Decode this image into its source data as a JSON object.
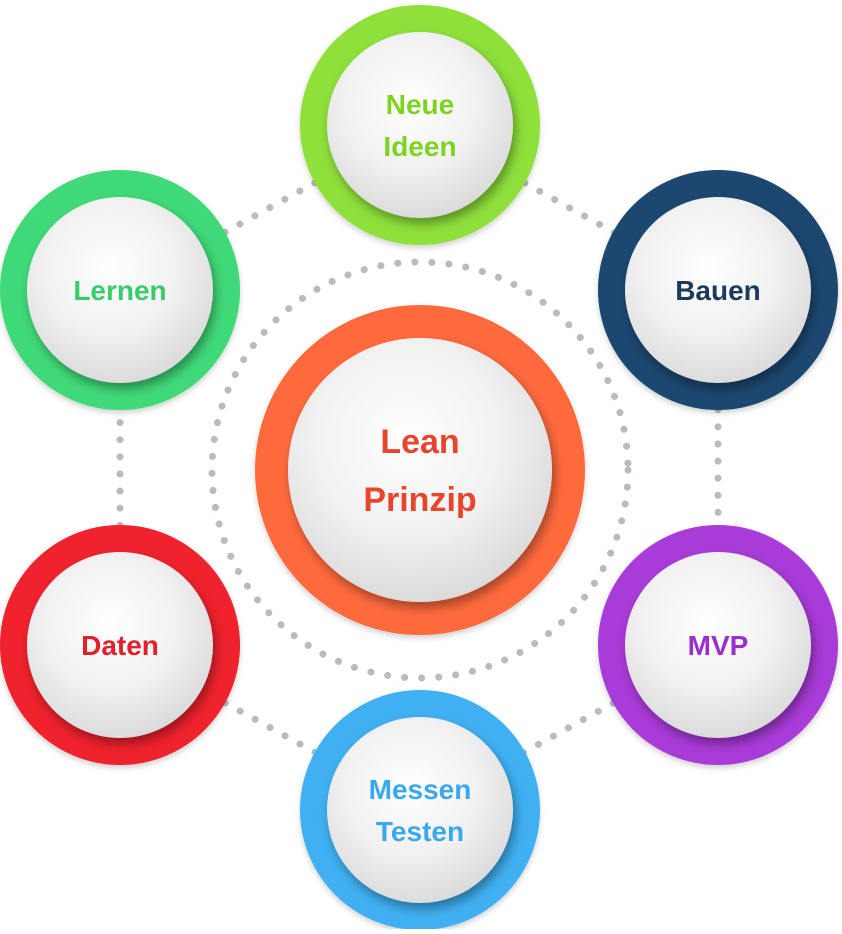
{
  "center": {
    "lines": [
      "Lean",
      "Prinzip"
    ],
    "color": "#e8452c",
    "ring_color": "#ff6a3d"
  },
  "nodes": [
    {
      "id": "neue-ideen",
      "lines": [
        "Neue",
        "Ideen"
      ],
      "color": "#7ed321",
      "ring_color": "#8fe03a"
    },
    {
      "id": "bauen",
      "lines": [
        "Bauen"
      ],
      "color": "#1b3a5c",
      "ring_color": "#1f4670"
    },
    {
      "id": "mvp",
      "lines": [
        "MVP"
      ],
      "color": "#9b2fc9",
      "ring_color": "#a93ad8"
    },
    {
      "id": "messen-testen",
      "lines": [
        "Messen",
        "Testen"
      ],
      "color": "#3aa8ea",
      "ring_color": "#3fb0f2"
    },
    {
      "id": "daten",
      "lines": [
        "Daten"
      ],
      "color": "#e3202d",
      "ring_color": "#f0222f"
    },
    {
      "id": "lernen",
      "lines": [
        "Lernen"
      ],
      "color": "#38cc6a",
      "ring_color": "#40d978"
    }
  ],
  "connector_color": "#b7bcbc"
}
